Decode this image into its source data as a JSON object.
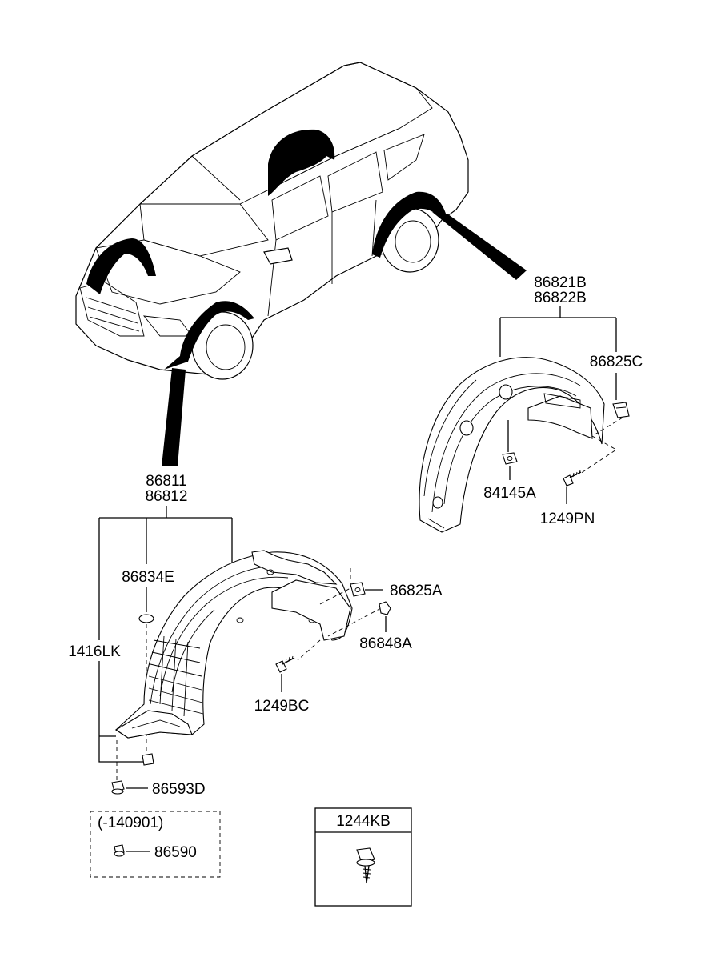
{
  "parts": {
    "rear_liner_lh": "86821B",
    "rear_liner_rh": "86822B",
    "rear_clip": "86825C",
    "rear_nut": "84145A",
    "rear_screw": "1249PN",
    "front_liner_lh": "86811",
    "front_liner_rh": "86812",
    "front_grommet": "86834E",
    "front_clip_a": "86825A",
    "front_clip_b": "86848A",
    "front_screw": "1249BC",
    "front_bolt_group": "1416LK",
    "front_rivet": "86593D",
    "optional_range": "(-140901)",
    "optional_rivet": "86590",
    "bolt_box": "1244KB"
  },
  "icons": {
    "vehicle": "suv-illustration",
    "rear_liner": "rear-wheel-guard-drawing",
    "front_liner": "front-wheel-guard-drawing",
    "fastener": "screw-icon"
  }
}
